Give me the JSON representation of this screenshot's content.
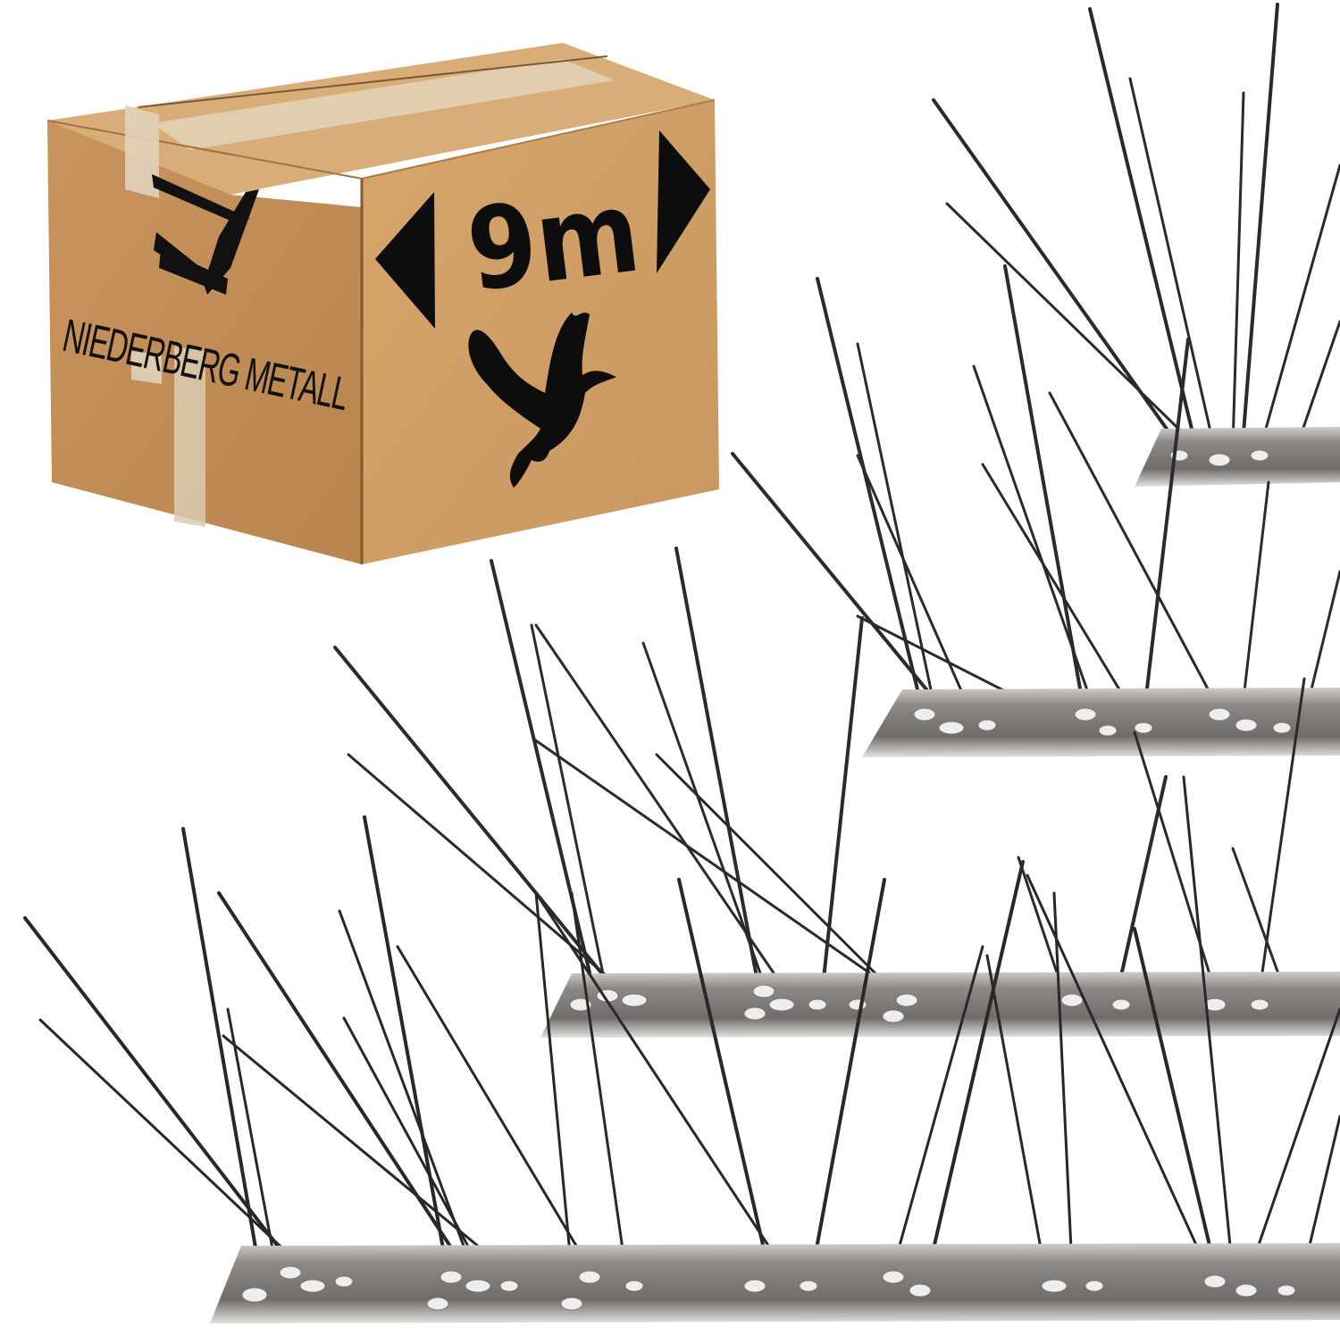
{
  "image": {
    "description": "Product photo: stainless steel bird-repellent spike strips with a cardboard shipping box",
    "background": "#ffffff"
  },
  "box": {
    "brand_name": "NIEDERBERG METALL",
    "length_label": "9m",
    "icons": [
      "left-arrow-triangle",
      "right-arrow-triangle",
      "flying-pigeon-silhouette",
      "brand-logo"
    ],
    "colors": {
      "cardboard_front": "#c8955f",
      "cardboard_side": "#d3a36b",
      "cardboard_top": "#dcb17e",
      "tape": "#e2d4bd",
      "print": "#0d0d0d"
    }
  },
  "product": {
    "type": "bird spikes",
    "strip_count": 4,
    "colors": {
      "strip_base": "#8a8784",
      "strip_highlight": "#d9d7d4",
      "spike": "#2f2f2f"
    }
  }
}
